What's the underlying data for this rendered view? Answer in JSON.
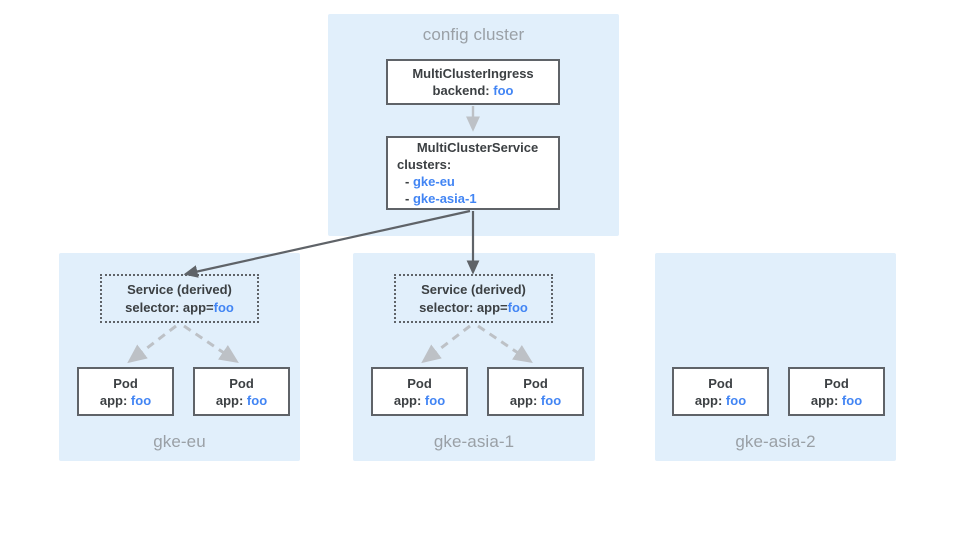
{
  "diagram": {
    "title_semantic": "multi-cluster-ingress-architecture",
    "colors": {
      "panel_background": "#e1effb",
      "box_border": "#5f6368",
      "box_fill": "#ffffff",
      "accent_blue": "#4285f4",
      "label_gray": "#9aa0a6",
      "text_dark": "#3c4043",
      "arrow_dark": "#5f6368",
      "arrow_light": "#bdc1c6"
    }
  },
  "config_cluster": {
    "title": "config cluster",
    "multi_cluster_ingress": {
      "kind": "MultiClusterIngress",
      "field_label": "backend:",
      "field_value": "foo"
    },
    "multi_cluster_service": {
      "kind": "MultiClusterService",
      "field_label": "clusters:",
      "clusters": [
        {
          "bullet": "-",
          "name": "gke-eu"
        },
        {
          "bullet": "-",
          "name": "gke-asia-1"
        }
      ]
    }
  },
  "member_clusters": [
    {
      "name": "gke-eu",
      "has_derived_service": true,
      "derived_service": {
        "title": "Service (derived)",
        "selector_label": "selector: app=",
        "selector_value": "foo"
      },
      "pods": [
        {
          "title": "Pod",
          "label": "app:",
          "value": "foo"
        },
        {
          "title": "Pod",
          "label": "app:",
          "value": "foo"
        }
      ]
    },
    {
      "name": "gke-asia-1",
      "has_derived_service": true,
      "derived_service": {
        "title": "Service (derived)",
        "selector_label": "selector: app=",
        "selector_value": "foo"
      },
      "pods": [
        {
          "title": "Pod",
          "label": "app:",
          "value": "foo"
        },
        {
          "title": "Pod",
          "label": "app:",
          "value": "foo"
        }
      ]
    },
    {
      "name": "gke-asia-2",
      "has_derived_service": false,
      "derived_service": null,
      "pods": [
        {
          "title": "Pod",
          "label": "app:",
          "value": "foo"
        },
        {
          "title": "Pod",
          "label": "app:",
          "value": "foo"
        }
      ]
    }
  ]
}
